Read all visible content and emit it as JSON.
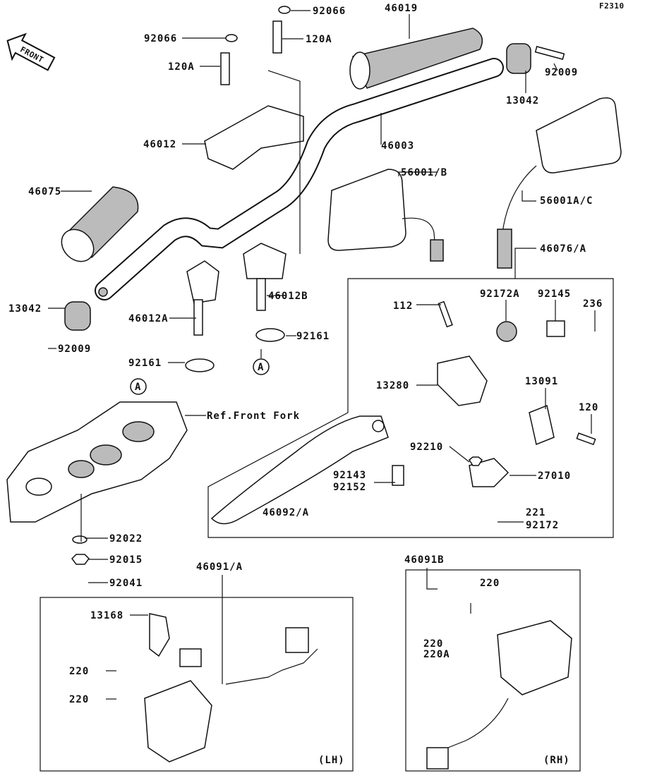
{
  "diagram_code": "F2310",
  "front_label": "FRONT",
  "labels": {
    "p92066a": "92066",
    "p46019": "46019",
    "p92066b": "92066",
    "p120Aa": "120A",
    "p120Ab": "120A",
    "p92009a": "92009",
    "p13042a": "13042",
    "p46012": "46012",
    "p46003": "46003",
    "p46075": "46075",
    "p56001B": "56001/B",
    "p56001AC": "56001A/C",
    "p46076A": "46076/A",
    "p112": "112",
    "p92172A": "92172A",
    "p92145": "92145",
    "p236": "236",
    "p46012B": "46012B",
    "p13042b": "13042",
    "p46012A": "46012A",
    "p92161a": "92161",
    "p92009b": "92009",
    "p92161b": "92161",
    "refA1": "A",
    "refA2": "A",
    "p13280": "13280",
    "p13091": "13091",
    "p120": "120",
    "refFork": "Ref.Front Fork",
    "p92210": "92210",
    "p27010": "27010",
    "p92143": "92143",
    "p92152": "92152",
    "p46092A": "46092/A",
    "p221": "221",
    "p92172": "92172",
    "p92022": "92022",
    "p92015": "92015",
    "p92041": "92041",
    "p46091B": "46091B",
    "p46091A": "46091/A",
    "p220a": "220",
    "p13168": "13168",
    "p220b": "220",
    "p220A": "220A",
    "p220c": "220",
    "p220d": "220",
    "lh": "(LH)",
    "rh": "(RH)"
  }
}
